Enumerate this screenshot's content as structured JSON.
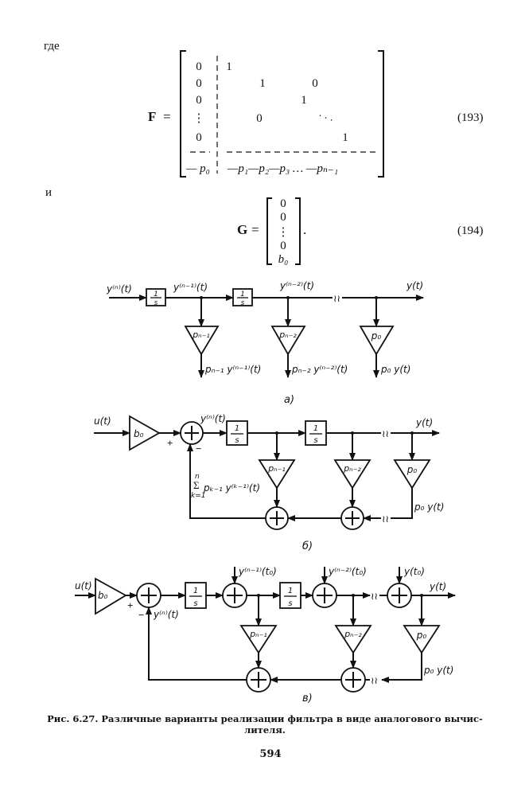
{
  "text": {
    "where": "где",
    "and": "и"
  },
  "matrix_f": {
    "name": "F",
    "equals": "=",
    "col0": [
      "0",
      "0",
      "0",
      "⋮",
      "0"
    ],
    "ones": [
      "1",
      "1",
      "1",
      "1"
    ],
    "zero_upper": "0",
    "zero_lower": "0",
    "diag_dots": "· · ·",
    "last_row": {
      "p0": "— p₀",
      "rest": "—p₁—p₂—p₃ … —pₙ₋₁"
    },
    "eq_number": "(193)"
  },
  "matrix_g": {
    "name": "G",
    "equals": "=",
    "entries": [
      "0",
      "0",
      "⋮",
      "0",
      "b₀"
    ],
    "period": ".",
    "eq_number": "(194)"
  },
  "diagram_a": {
    "label": "а)",
    "input": "y⁽ⁿ⁾(t)",
    "integrator": {
      "num": "1",
      "den": "s"
    },
    "signals": [
      "y⁽ⁿ⁻¹⁾(t)",
      "y⁽ⁿ⁻²⁾(t)",
      "y(t)"
    ],
    "gains": [
      "pₙ₋₁",
      "pₙ₋₂",
      "p₀"
    ],
    "outputs": [
      "pₙ₋₁ y⁽ⁿ⁻¹⁾(t)",
      "pₙ₋₂ y⁽ⁿ⁻²⁾(t)",
      "p₀ y(t)"
    ]
  },
  "diagram_b": {
    "label": "б)",
    "input": "u(t)",
    "input_gain": "b₀",
    "plus": "+",
    "minus": "−",
    "sum_out": "y⁽ⁿ⁾(t)",
    "integrator": {
      "num": "1",
      "den": "s"
    },
    "output": "y(t)",
    "gains": [
      "pₙ₋₁",
      "pₙ₋₂",
      "p₀"
    ],
    "p0_signal": "p₀ y(t)",
    "feedback_sum": {
      "upper": "n",
      "sigma": "Σ",
      "lower": "k=1",
      "term": "pₖ₋₁ y⁽ᵏ⁻¹⁾(t)"
    }
  },
  "diagram_c": {
    "label": "в)",
    "input": "u(t)",
    "input_gain": "b₀",
    "plus": "+",
    "minus": "−",
    "sum_out": "y⁽ⁿ⁾(t)",
    "integrator": {
      "num": "1",
      "den": "s"
    },
    "initial_conditions": [
      "y⁽ⁿ⁻¹⁾(t₀)",
      "y⁽ⁿ⁻²⁾(t₀)",
      "y(t₀)"
    ],
    "output": "y(t)",
    "gains": [
      "pₙ₋₁",
      "pₙ₋₂",
      "p₀"
    ],
    "p0_signal": "p₀ y(t)"
  },
  "caption": {
    "line1": "Рис. 6.27. Различные варианты реализации фильтра в виде аналогового вычис-",
    "line2": "лителя."
  },
  "page_number": "594"
}
